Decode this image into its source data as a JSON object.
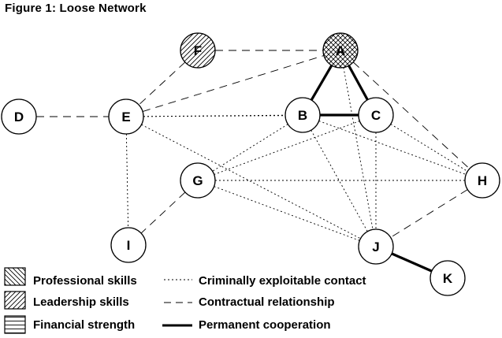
{
  "title": "Figure 1: Loose Network",
  "nodes": [
    {
      "id": "A",
      "label": "A",
      "pattern": "crosshatch"
    },
    {
      "id": "B",
      "label": "B",
      "pattern": "none"
    },
    {
      "id": "C",
      "label": "C",
      "pattern": "none"
    },
    {
      "id": "D",
      "label": "D",
      "pattern": "none"
    },
    {
      "id": "E",
      "label": "E",
      "pattern": "none"
    },
    {
      "id": "F",
      "label": "F",
      "pattern": "leadership"
    },
    {
      "id": "G",
      "label": "G",
      "pattern": "none"
    },
    {
      "id": "H",
      "label": "H",
      "pattern": "none"
    },
    {
      "id": "I",
      "label": "I",
      "pattern": "none"
    },
    {
      "id": "J",
      "label": "J",
      "pattern": "none"
    },
    {
      "id": "K",
      "label": "K",
      "pattern": "none"
    }
  ],
  "edges": {
    "criminally_exploitable": [
      [
        "E",
        "B"
      ],
      [
        "E",
        "C"
      ],
      [
        "E",
        "J"
      ],
      [
        "E",
        "I"
      ],
      [
        "B",
        "G"
      ],
      [
        "B",
        "H"
      ],
      [
        "B",
        "J"
      ],
      [
        "C",
        "G"
      ],
      [
        "C",
        "H"
      ],
      [
        "C",
        "J"
      ],
      [
        "A",
        "J"
      ],
      [
        "G",
        "H"
      ],
      [
        "G",
        "J"
      ]
    ],
    "contractual": [
      [
        "F",
        "A"
      ],
      [
        "D",
        "E"
      ],
      [
        "F",
        "E"
      ],
      [
        "E",
        "A"
      ],
      [
        "A",
        "H"
      ],
      [
        "G",
        "I"
      ],
      [
        "H",
        "J"
      ]
    ],
    "permanent": [
      [
        "A",
        "B"
      ],
      [
        "A",
        "C"
      ],
      [
        "B",
        "C"
      ],
      [
        "J",
        "K"
      ]
    ]
  },
  "legend": {
    "patterns": [
      {
        "key": "professional",
        "label": "Professional skills"
      },
      {
        "key": "leadership",
        "label": "Leadership skills"
      },
      {
        "key": "financial",
        "label": "Financial strength"
      }
    ],
    "lines": [
      {
        "style": "dotted",
        "label": "Criminally exploitable contact"
      },
      {
        "style": "dashed",
        "label": "Contractual relationship"
      },
      {
        "style": "solid",
        "label": "Permanent cooperation"
      }
    ]
  }
}
